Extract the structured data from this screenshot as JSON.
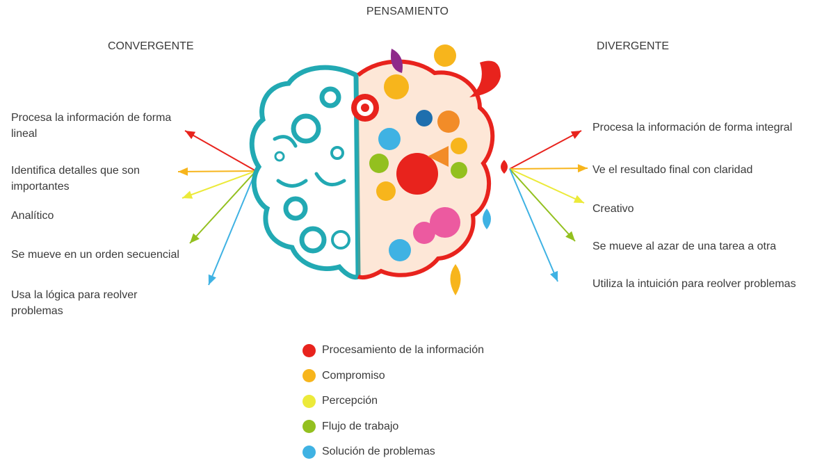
{
  "title": "PENSAMIENTO",
  "left": {
    "heading": "CONVERGENTE",
    "items": [
      {
        "text": "Procesa la información de forma lineal",
        "category": 0
      },
      {
        "text": "Identifica detalles que son importantes",
        "category": 1
      },
      {
        "text": "Analítico",
        "category": 2
      },
      {
        "text": "Se mueve en un orden secuencial",
        "category": 3
      },
      {
        "text": "Usa la lógica para reolver problemas",
        "category": 4
      }
    ]
  },
  "right": {
    "heading": "DIVERGENTE",
    "items": [
      {
        "text": "Procesa la información de forma integral",
        "category": 0
      },
      {
        "text": "Ve el resultado final con claridad",
        "category": 1
      },
      {
        "text": "Creativo",
        "category": 2
      },
      {
        "text": "Se mueve al azar de una tarea a otra",
        "category": 3
      },
      {
        "text": "Utiliza la intuición para reolver problemas",
        "category": 4
      }
    ]
  },
  "legend": [
    {
      "label": "Procesamiento de la información",
      "color": "#e8231d"
    },
    {
      "label": "Compromiso",
      "color": "#f7b51c"
    },
    {
      "label": "Percepción",
      "color": "#ecea3a"
    },
    {
      "label": "Flujo de trabajo",
      "color": "#93c01f"
    },
    {
      "label": "Solución de problemas",
      "color": "#3fb2e3"
    }
  ],
  "brain": {
    "left_color": "#22a9b3",
    "right_colors": [
      "#e8231d",
      "#f7b51c",
      "#3fb2e3",
      "#93c01f",
      "#8e2a8a",
      "#f28c28",
      "#ec5aa0",
      "#1e6fae"
    ]
  }
}
